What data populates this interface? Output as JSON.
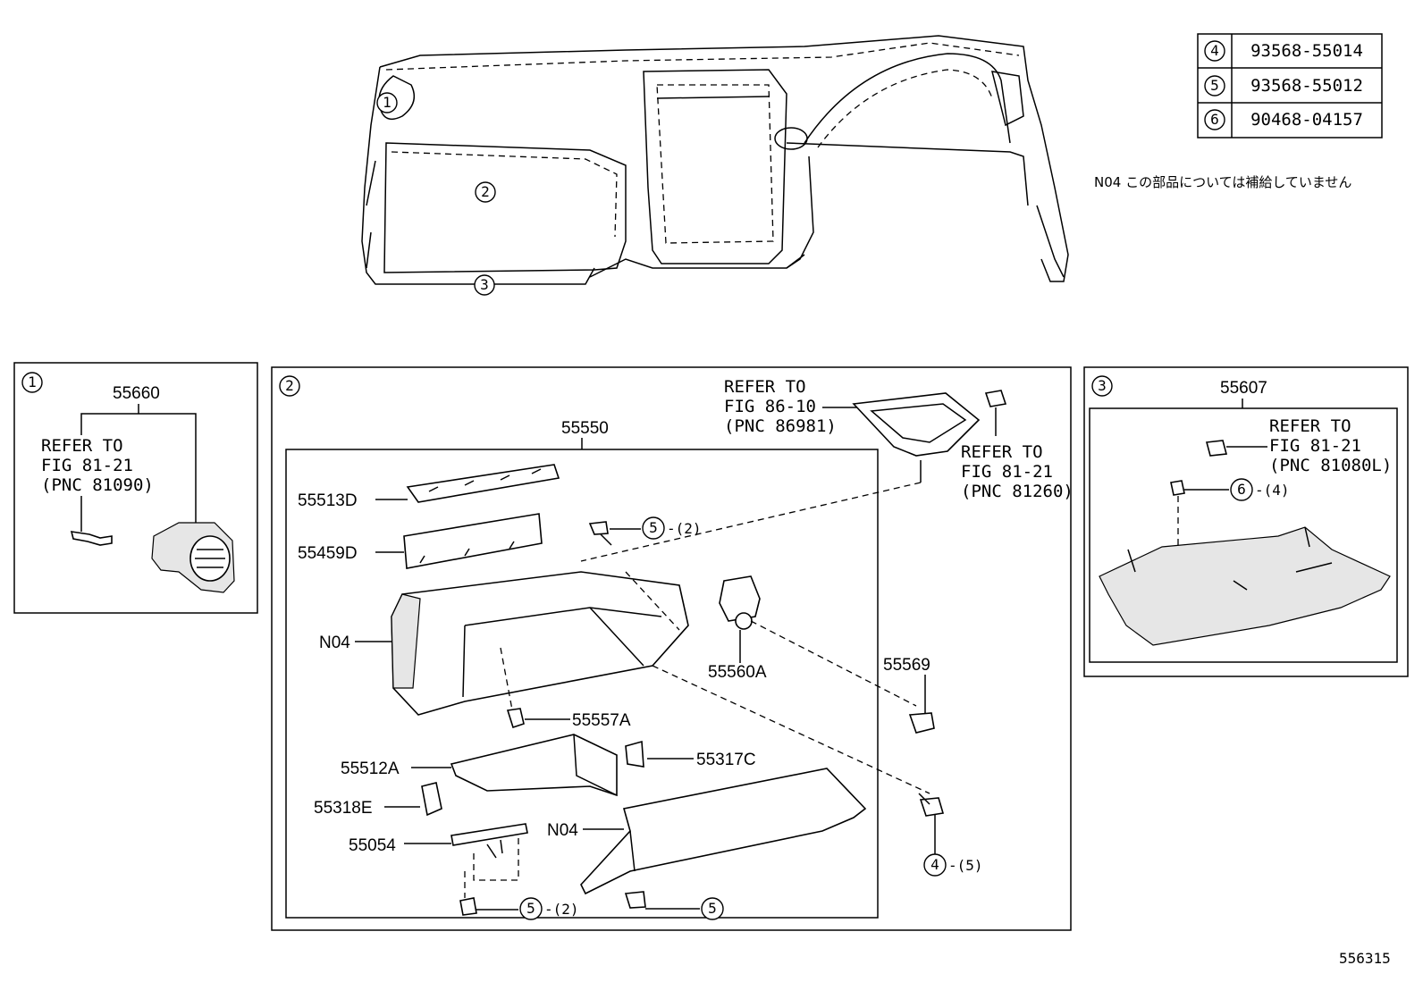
{
  "legend": {
    "rows": [
      {
        "num": "4",
        "part": "93568-55014"
      },
      {
        "num": "5",
        "part": "93568-55012"
      },
      {
        "num": "6",
        "part": "90468-04157"
      }
    ]
  },
  "note": "N04 この部品については補給していません",
  "figure_id": "556315",
  "overview": {
    "callout1": "1",
    "callout2": "2",
    "callout3": "3"
  },
  "panel1": {
    "num": "1",
    "part": "55660",
    "refer": [
      "REFER TO",
      "FIG 81-21",
      "(PNC 81090)"
    ]
  },
  "panel2": {
    "num": "2",
    "assembly": "55550",
    "refer_top": [
      "REFER TO",
      "FIG 86-10",
      "(PNC 86981)"
    ],
    "refer_right": [
      "REFER TO",
      "FIG 81-21",
      "(PNC 81260)"
    ],
    "parts": {
      "p55513D": "55513D",
      "p55459D": "55459D",
      "n04a": "N04",
      "p55560A": "55560A",
      "p55569": "55569",
      "p55557A": "55557A",
      "p55512A": "55512A",
      "p55317C": "55317C",
      "p55318E": "55318E",
      "p55054": "55054",
      "n04b": "N04"
    },
    "screws": {
      "s1": {
        "num": "5",
        "qty": "-(2)"
      },
      "s2": {
        "num": "5",
        "qty": "-(2)"
      },
      "s3": {
        "num": "5",
        "qty": ""
      },
      "s4": {
        "num": "4",
        "qty": "-(5)"
      }
    }
  },
  "panel3": {
    "num": "3",
    "part": "55607",
    "refer": [
      "REFER TO",
      "FIG 81-21",
      "(PNC 81080L)"
    ],
    "clip": {
      "num": "6",
      "qty": "-(4)"
    }
  }
}
